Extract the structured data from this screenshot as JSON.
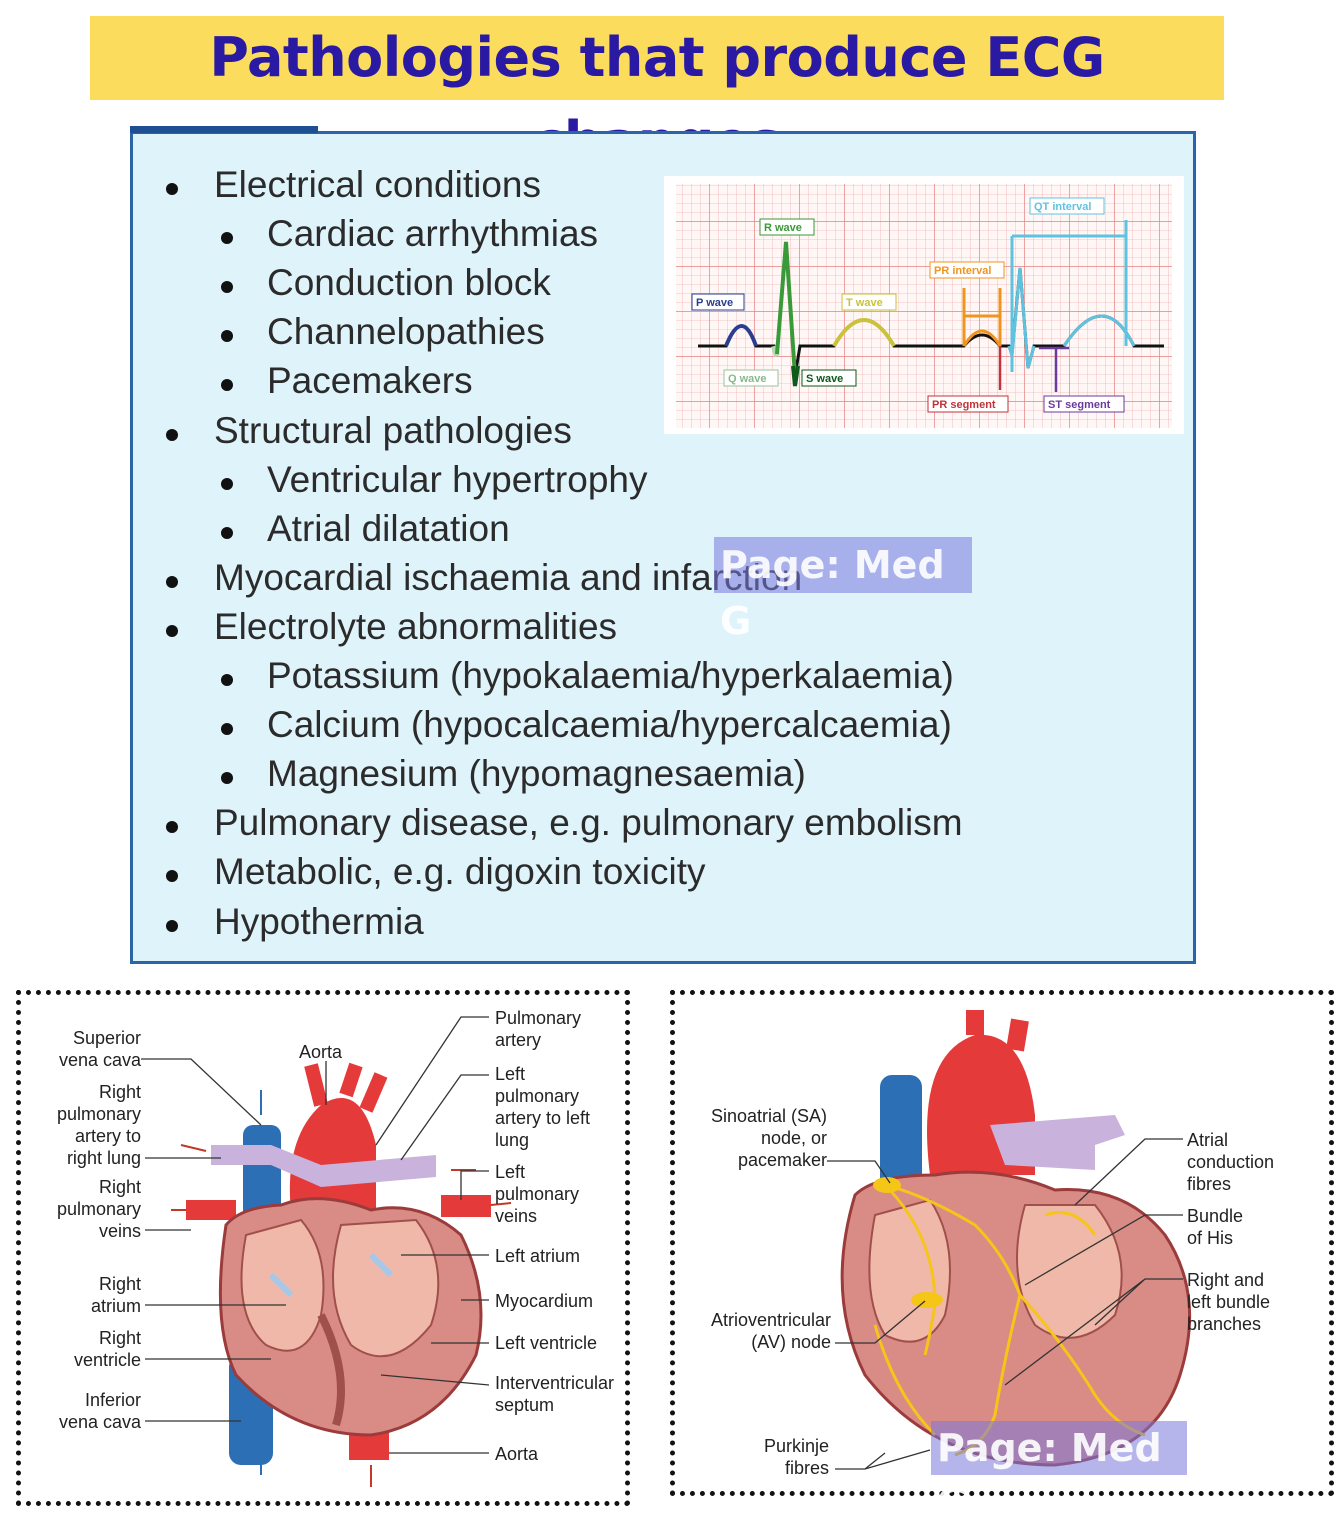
{
  "title": "Pathologies that produce ECG changes",
  "list": [
    {
      "text": "Electrical conditions",
      "level": 1
    },
    {
      "text": "Cardiac arrhythmias",
      "level": 2
    },
    {
      "text": "Conduction block",
      "level": 2
    },
    {
      "text": "Channelopathies",
      "level": 2
    },
    {
      "text": "Pacemakers",
      "level": 2
    },
    {
      "text": "Structural pathologies",
      "level": 1
    },
    {
      "text": "Ventricular hypertrophy",
      "level": 2
    },
    {
      "text": "Atrial dilatation",
      "level": 2
    },
    {
      "text": "Myocardial ischaemia and infarction",
      "level": 1
    },
    {
      "text": "Electrolyte abnormalities",
      "level": 1
    },
    {
      "text": "Potassium (hypokalaemia/hyperkalaemia)",
      "level": 2
    },
    {
      "text": "Calcium (hypocalcaemia/hypercalcaemia)",
      "level": 2
    },
    {
      "text": "Magnesium (hypomagnesaemia)",
      "level": 2
    },
    {
      "text": "Pulmonary disease, e.g. pulmonary embolism",
      "level": 1
    },
    {
      "text": "Metabolic, e.g. digoxin toxicity",
      "level": 1
    },
    {
      "text": "Hypothermia",
      "level": 1
    }
  ],
  "ecg": {
    "r_wave": "R wave",
    "p_wave": "P wave",
    "q_wave": "Q wave",
    "s_wave": "S wave",
    "t_wave": "T wave",
    "pr_interval": "PR interval",
    "qt_interval": "QT interval",
    "pr_segment": "PR segment",
    "st_segment": "ST segment"
  },
  "watermark": "Page: Med G",
  "heart1": {
    "superior_vena_cava": "Superior\nvena cava",
    "right_pulm_artery": "Right\npulmonary\nartery to\nright lung",
    "right_pulm_veins": "Right\npulmonary\nveins",
    "right_atrium": "Right\natrium",
    "right_ventricle": "Right\nventricle",
    "inferior_vena_cava": "Inferior\nvena cava",
    "aorta_top": "Aorta",
    "pulmonary_artery": "Pulmonary\nartery",
    "left_pulm_artery": "Left\npulmonary\nartery to left\nlung",
    "left_pulm_veins": "Left\npulmonary\nveins",
    "left_atrium": "Left atrium",
    "myocardium": "Myocardium",
    "left_ventricle": "Left ventricle",
    "septum": "Interventricular\nseptum",
    "aorta_bottom": "Aorta"
  },
  "heart2": {
    "sa_node": "Sinoatrial (SA)\nnode, or\npacemaker",
    "av_node": "Atrioventricular\n(AV) node",
    "purkinje": "Purkinje\nfibres",
    "atrial_fibres": "Atrial\nconduction\nfibres",
    "bundle_his": "Bundle\nof His",
    "bundle_branches": "Right and\nleft bundle\nbranches"
  },
  "colors": {
    "title_bg": "#fbdc5c",
    "title_text": "#2a1aa3",
    "panel_bg": "#dff3fb",
    "panel_border": "#2c64a8"
  }
}
